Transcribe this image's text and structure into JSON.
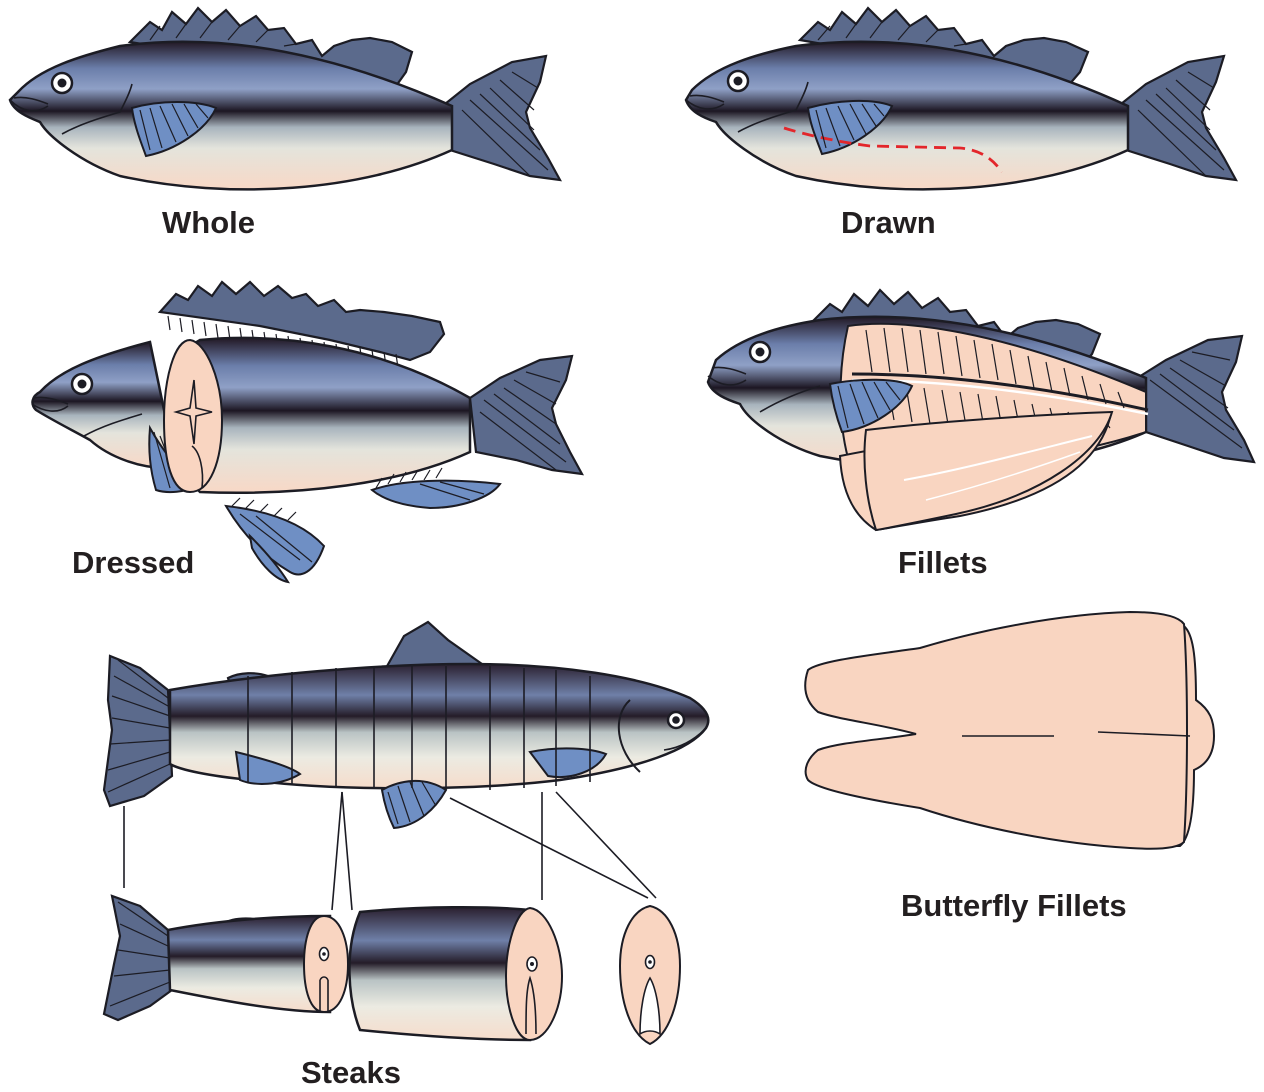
{
  "labels": {
    "whole": "Whole",
    "drawn": "Drawn",
    "dressed": "Dressed",
    "fillets": "Fillets",
    "butterfly": "Butterfly Fillets",
    "steaks": "Steaks"
  },
  "colors": {
    "skin_dark": "#231a26",
    "skin_blue": "#7d8fb8",
    "belly": "#f7d9c6",
    "flesh": "#f9d5c1",
    "fin": "#5b6a8c",
    "pectoral_fin": "#6f8fc4",
    "cut_line": "#e3262b"
  },
  "icons": [
    "whole-fish",
    "drawn-fish",
    "dressed-fish",
    "filleted-fish",
    "butterfly-fillet",
    "steaked-fish"
  ]
}
